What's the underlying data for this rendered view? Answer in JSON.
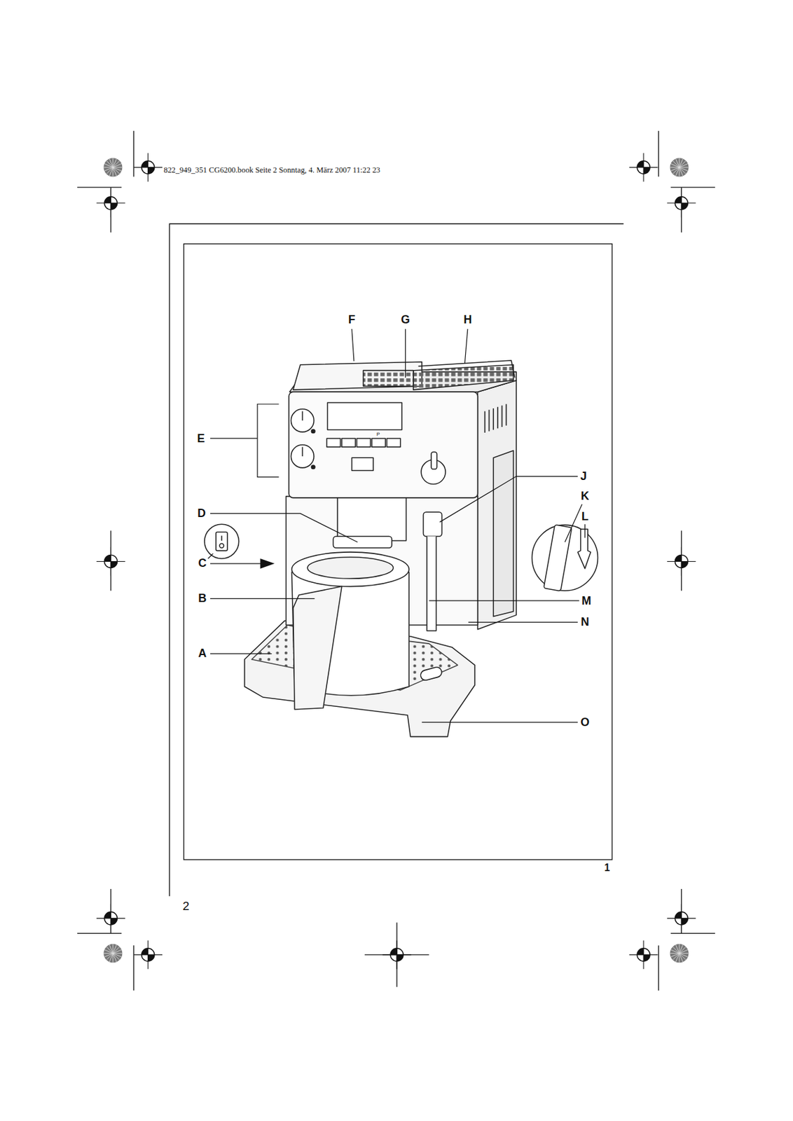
{
  "diagram": {
    "labels": [
      "822_949_351 CG6200.book Seite 2 Sonntag, 4. März 2007 11:22 23",
      "F",
      "G",
      "H",
      "E",
      "P",
      "J",
      "K",
      "L",
      "D",
      "C",
      "M",
      "B",
      "N",
      "A",
      "O",
      "1",
      "2"
    ]
  }
}
